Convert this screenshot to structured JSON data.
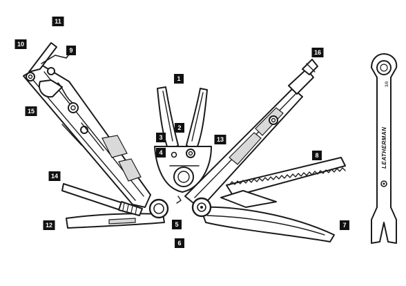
{
  "diagram": {
    "callouts": [
      {
        "id": "1",
        "label": "1"
      },
      {
        "id": "2",
        "label": "2"
      },
      {
        "id": "3",
        "label": "3"
      },
      {
        "id": "4",
        "label": "4"
      },
      {
        "id": "5",
        "label": "5"
      },
      {
        "id": "6",
        "label": "6"
      },
      {
        "id": "7",
        "label": "7"
      },
      {
        "id": "8",
        "label": "8"
      },
      {
        "id": "9",
        "label": "9"
      },
      {
        "id": "10",
        "label": "10"
      },
      {
        "id": "11",
        "label": "11"
      },
      {
        "id": "12",
        "label": "12"
      },
      {
        "id": "13",
        "label": "13"
      },
      {
        "id": "14",
        "label": "14"
      },
      {
        "id": "15",
        "label": "15"
      },
      {
        "id": "16",
        "label": "16"
      }
    ],
    "bit_driver": {
      "brand": "LEATHERMAN",
      "size_mark": "3/8"
    },
    "colors": {
      "ink": "#1a1a1a",
      "badge": "#111111",
      "badge_text": "#ffffff",
      "background": "#ffffff"
    }
  }
}
